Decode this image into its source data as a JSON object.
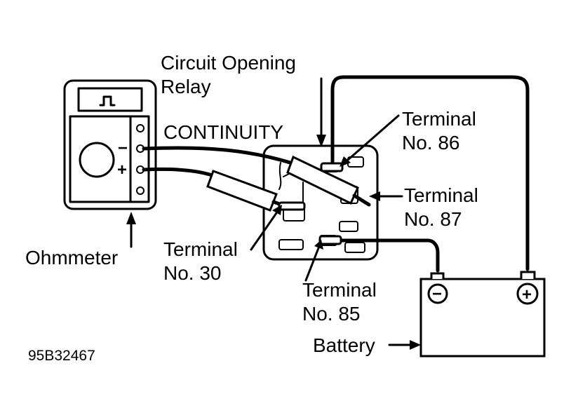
{
  "labels": {
    "relay_line1": "Circuit Opening",
    "relay_line2": "Relay",
    "continuity": "CONTINUITY",
    "t86_line1": "Terminal",
    "t86_line2": "No. 86",
    "t87_line1": "Terminal",
    "t87_line2": "No. 87",
    "t30_line1": "Terminal",
    "t30_line2": "No. 30",
    "t85_line1": "Terminal",
    "t85_line2": "No. 85",
    "ohmmeter": "Ohmmeter",
    "battery": "Battery",
    "figure_id": "95B32467"
  },
  "symbols": {
    "meter_minus": "−",
    "meter_plus": "+",
    "battery_neg": "−",
    "battery_pos": "+"
  }
}
